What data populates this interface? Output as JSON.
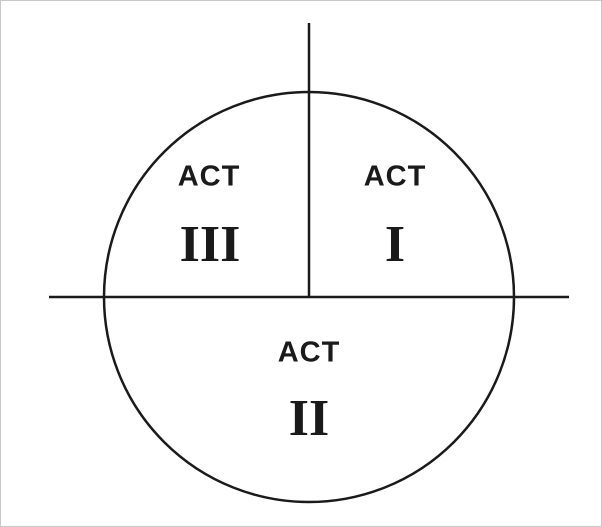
{
  "diagram": {
    "stroke_color": "#1a1a1a",
    "text_color": "#1a1a1a",
    "background": "#ffffff",
    "sections": [
      {
        "id": "act-1",
        "word": "ACT",
        "numeral": "I"
      },
      {
        "id": "act-2",
        "word": "ACT",
        "numeral": "II"
      },
      {
        "id": "act-3",
        "word": "ACT",
        "numeral": "III"
      }
    ]
  }
}
